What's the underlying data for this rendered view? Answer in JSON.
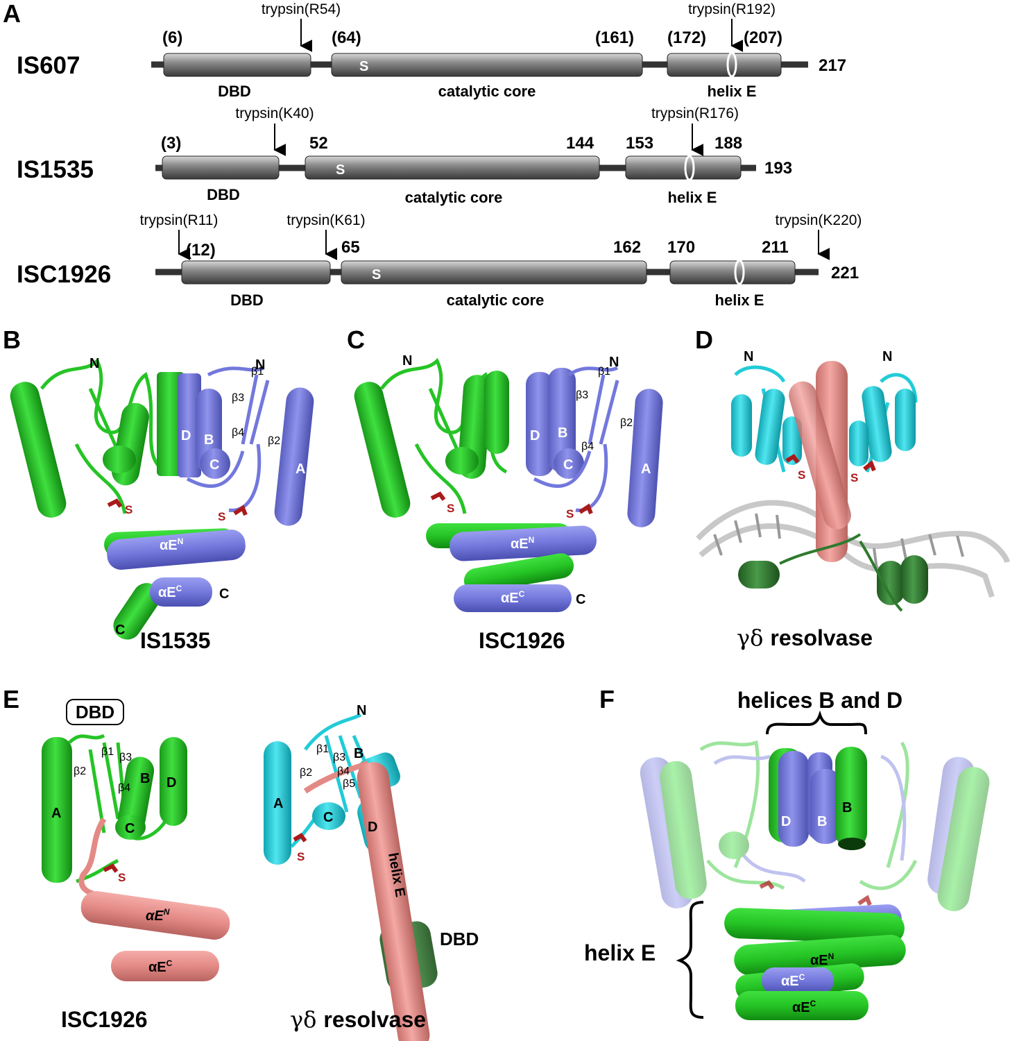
{
  "panels": {
    "a": "A",
    "b": "B",
    "c": "C",
    "d": "D",
    "e": "E",
    "f": "F"
  },
  "colors": {
    "green": "#25c425",
    "dark_green": "#2f7a2f",
    "blue": "#7378dc",
    "cyan": "#22cbd8",
    "salmon": "#e48a86",
    "serine_red": "#aa1a1a",
    "dna_gray": "#c8c8c8",
    "cylinder_gray": "#7a7a7a"
  },
  "panel_a": {
    "proteins": [
      {
        "name": "IS607",
        "length": "217",
        "domains": [
          {
            "start": "(6)",
            "label": "DBD"
          },
          {
            "start": "(64)",
            "end": "(161)",
            "label": "catalytic core",
            "serine": "S"
          },
          {
            "start": "(172)",
            "end": "(207)",
            "label": "helix E"
          }
        ],
        "trypsin": [
          "trypsin(R54)",
          "trypsin(R192)"
        ]
      },
      {
        "name": "IS1535",
        "length": "193",
        "domains": [
          {
            "start": "(3)",
            "label": "DBD"
          },
          {
            "start": "52",
            "end": "144",
            "label": "catalytic core",
            "serine": "S"
          },
          {
            "start": "153",
            "end": "188",
            "label": "helix E"
          }
        ],
        "trypsin": [
          "trypsin(K40)",
          "trypsin(R176)"
        ]
      },
      {
        "name": "ISC1926",
        "length": "221",
        "domains": [
          {
            "start": "(12)",
            "label": "DBD"
          },
          {
            "start": "65",
            "end": "162",
            "label": "catalytic core",
            "serine": "S"
          },
          {
            "start": "170",
            "end": "211",
            "label": "helix E"
          }
        ],
        "trypsin": [
          "trypsin(R11)",
          "trypsin(K61)",
          "trypsin(K220)"
        ]
      }
    ]
  },
  "panel_b": {
    "title": "IS1535",
    "labels": {
      "n1": "N",
      "n2": "N",
      "c1": "C",
      "c2": "C",
      "s1": "S",
      "s2": "S",
      "a": "A",
      "b": "B",
      "c": "C",
      "d": "D",
      "b1": "β1",
      "b2": "β2",
      "b3": "β3",
      "b4": "β4",
      "aen": "αE",
      "aen_sup": "N",
      "aec": "αE",
      "aec_sup": "C"
    }
  },
  "panel_c": {
    "title": "ISC1926",
    "labels": {
      "n1": "N",
      "n2": "N",
      "c1": "C",
      "s1": "S",
      "s2": "S",
      "a": "A",
      "b": "B",
      "c": "C",
      "d": "D",
      "b1": "β1",
      "b2": "β2",
      "b3": "β3",
      "b4": "β4",
      "aen": "αE",
      "aen_sup": "N",
      "aec": "αE",
      "aec_sup": "C"
    }
  },
  "panel_d": {
    "title_greek": "γδ",
    "title_text": "resolvase",
    "labels": {
      "n1": "N",
      "n2": "N",
      "s1": "S",
      "s2": "S"
    }
  },
  "panel_e": {
    "left_title": "ISC1926",
    "right_title_greek": "γδ",
    "right_title_text": "resolvase",
    "dbd_box": "DBD",
    "left_labels": {
      "a": "A",
      "b": "B",
      "c": "C",
      "d": "D",
      "s": "S",
      "b1": "β1",
      "b2": "β2",
      "b3": "β3",
      "b4": "β4",
      "aen": "αE",
      "aen_sup": "N",
      "aec": "αE",
      "aec_sup": "C"
    },
    "right_labels": {
      "n": "N",
      "a": "A",
      "b": "B",
      "c": "C",
      "d": "D",
      "s": "S",
      "b1": "β1",
      "b2": "β2",
      "b3": "β3",
      "b4": "β4",
      "b5": "β5",
      "helix_e": "helix E",
      "dbd": "DBD"
    }
  },
  "panel_f": {
    "top_label": "helices B and D",
    "side_label": "helix E",
    "labels": {
      "d": "D",
      "b1": "B",
      "b2": "B",
      "aen": "αE",
      "aen_sup": "N",
      "aec1": "αE",
      "aec1_sup": "C",
      "aec2": "αE",
      "aec2_sup": "C"
    }
  }
}
